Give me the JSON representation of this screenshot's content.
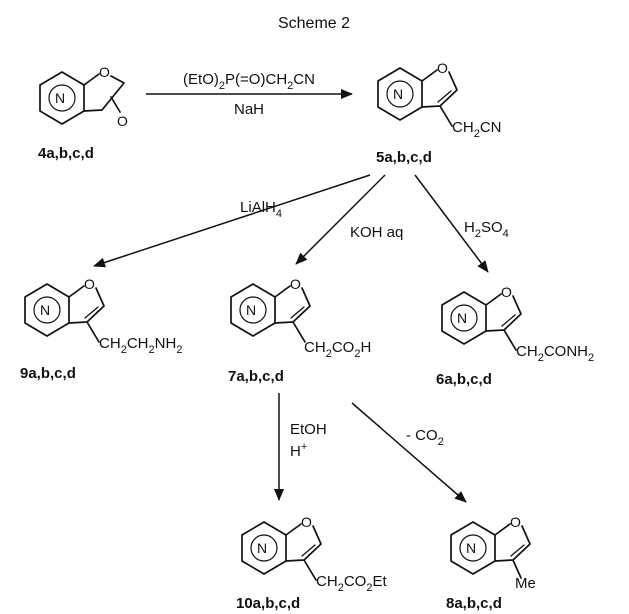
{
  "title": "Scheme 2",
  "compounds": {
    "c4": "4a,b,c,d",
    "c5": "5a,b,c,d",
    "c9": "9a,b,c,d",
    "c7": "7a,b,c,d",
    "c6": "6a,b,c,d",
    "c10": "10a,b,c,d",
    "c8": "8a,b,c,d"
  },
  "atoms": {
    "N": "N",
    "O": "O"
  },
  "substituents": {
    "s5": "CH2CN",
    "s9": "CH2CH2NH2",
    "s7": "CH2CO2H",
    "s6": "CH2CONH2",
    "s10": "CH2CO2Et",
    "s8": "Me"
  },
  "reagents": {
    "step1_top": "(EtO)2P(=O)CH2CN",
    "step1_bottom": "NaH",
    "to9": "LiAlH4",
    "to7": "KOH aq",
    "to6": "H2SO4",
    "to10_top": "EtOH",
    "to10_bottom": "H+",
    "to8": "- CO2"
  }
}
